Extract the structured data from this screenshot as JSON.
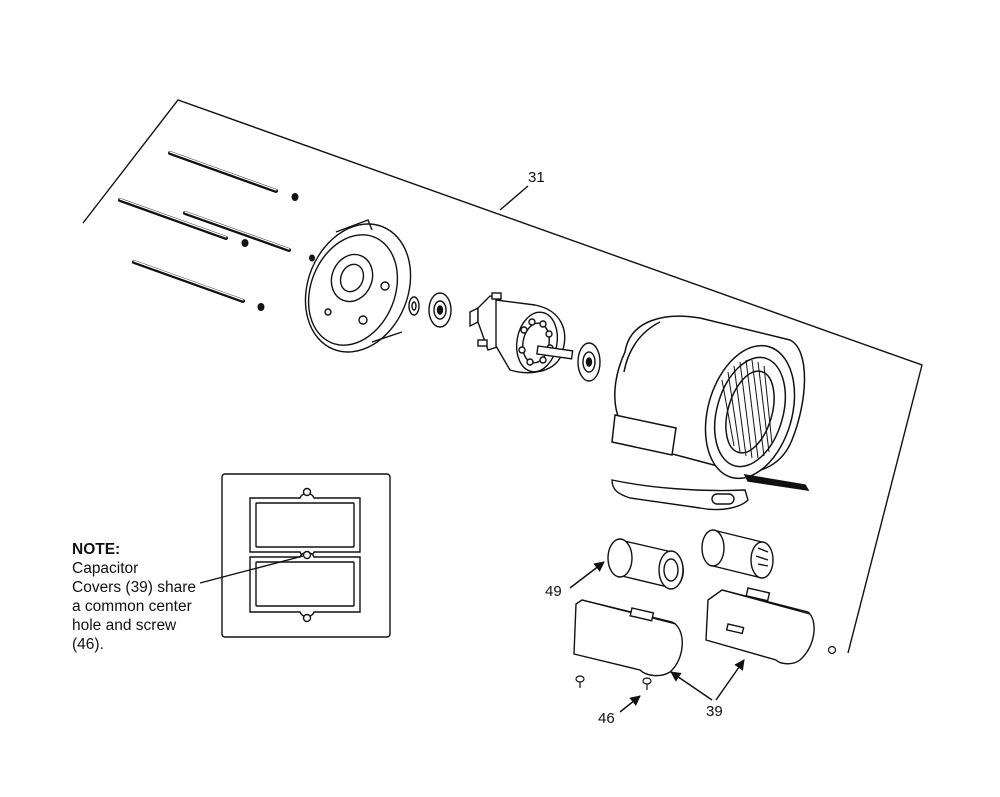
{
  "callouts": {
    "assembly": "31",
    "capacitor": "49",
    "screw": "46",
    "cover": "39"
  },
  "note": {
    "title": "NOTE:",
    "lines": [
      "Capacitor",
      "Covers (39) share",
      "a common center",
      "hole and screw",
      "(46)."
    ]
  },
  "colors": {
    "ink": "#111111",
    "background": "#ffffff"
  }
}
